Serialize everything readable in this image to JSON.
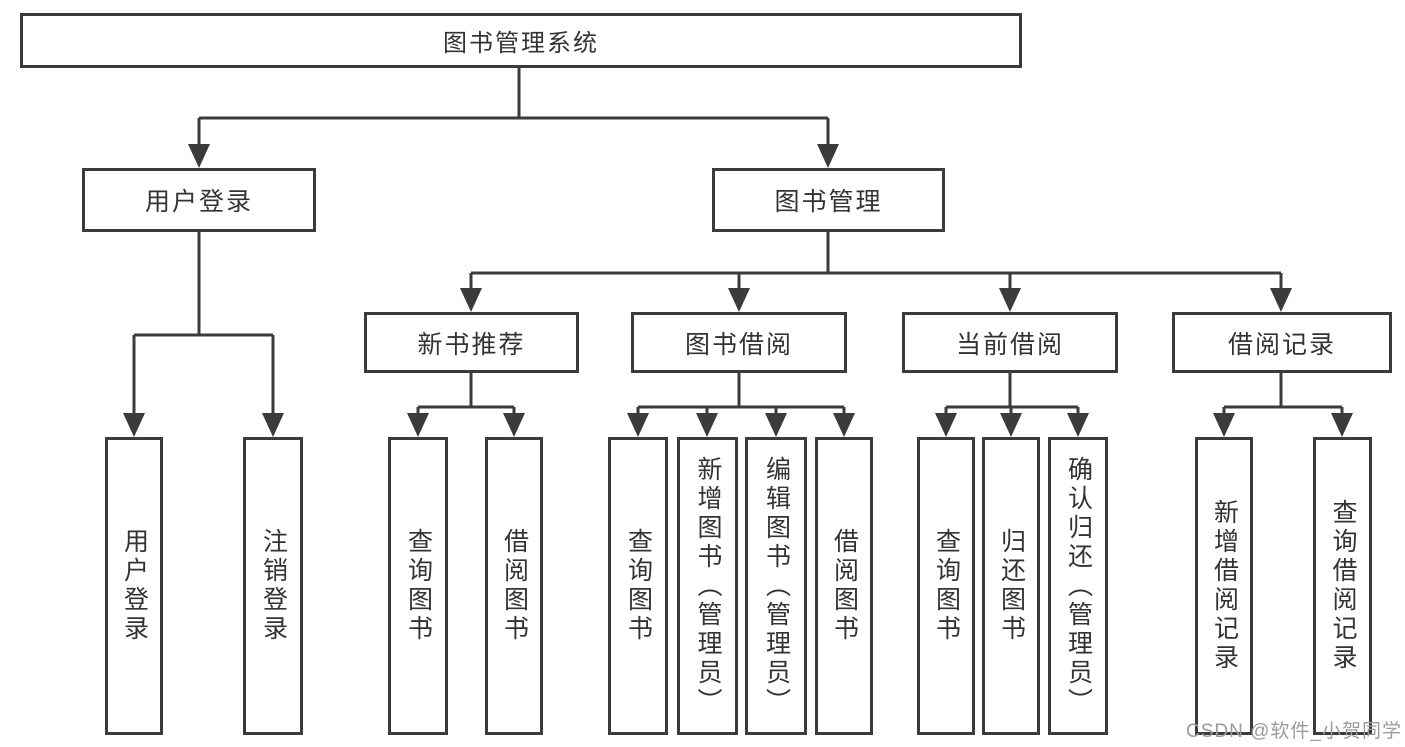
{
  "colors": {
    "line": "#3b3b3b",
    "box_border": "#3b3b3b",
    "text": "#333333",
    "watermark": "#9b9b9b",
    "background": "#ffffff"
  },
  "diagram": {
    "root": {
      "label": "图书管理系统"
    },
    "level2": [
      {
        "label": "用户登录"
      },
      {
        "label": "图书管理"
      }
    ],
    "level3": [
      {
        "label": "新书推荐"
      },
      {
        "label": "图书借阅"
      },
      {
        "label": "当前借阅"
      },
      {
        "label": "借阅记录"
      }
    ],
    "leaves": [
      {
        "label": "用户登录"
      },
      {
        "label": "注销登录"
      },
      {
        "label": "查询图书"
      },
      {
        "label": "借阅图书"
      },
      {
        "label": "查询图书"
      },
      {
        "label": "新增图书（管理员）"
      },
      {
        "label": "编辑图书（管理员）"
      },
      {
        "label": "借阅图书"
      },
      {
        "label": "查询图书"
      },
      {
        "label": "归还图书"
      },
      {
        "label": "确认归还（管理员）"
      },
      {
        "label": "新增借阅记录"
      },
      {
        "label": "查询借阅记录"
      }
    ]
  },
  "watermark": {
    "text": "CSDN @软件_小贺同学"
  }
}
